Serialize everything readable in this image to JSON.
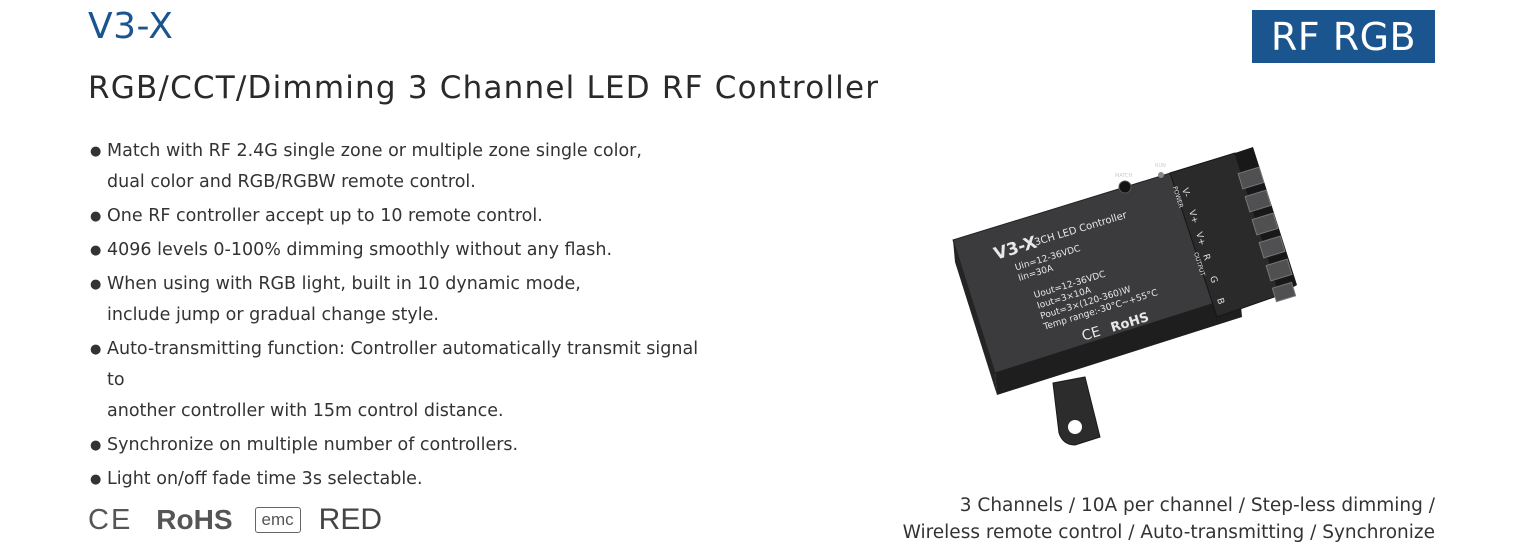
{
  "header": {
    "model": "V3-X",
    "badge": "RF RGB",
    "subtitle": "RGB/CCT/Dimming 3 Channel LED RF Controller"
  },
  "features": [
    {
      "lines": [
        "Match with RF 2.4G single zone or multiple zone single color,",
        "dual color and RGB/RGBW remote control."
      ]
    },
    {
      "lines": [
        "One RF controller accept up to 10 remote control."
      ]
    },
    {
      "lines": [
        "4096 levels 0-100% dimming smoothly without any flash."
      ]
    },
    {
      "lines": [
        "When using with RGB light, built in 10 dynamic mode,",
        "include jump or gradual change style."
      ]
    },
    {
      "lines": [
        "Auto-transmitting function: Controller automatically transmit signal to",
        "another controller with 15m control distance."
      ]
    },
    {
      "lines": [
        "Synchronize on multiple number of controllers."
      ]
    },
    {
      "lines": [
        "Light on/off fade time 3s selectable."
      ]
    }
  ],
  "bullet": "●",
  "certifications": {
    "ce": "CE",
    "rohs": "RoHS",
    "emc": "emc",
    "red": "RED"
  },
  "specs": {
    "line1": "3 Channels / 10A per channel / Step-less dimming /",
    "line2": "Wireless remote control / Auto-transmitting / Synchronize"
  },
  "device": {
    "model": "V3-X",
    "name": "3CH LED Controller",
    "uin": "Uin=12-36VDC",
    "iin": "Iin=30A",
    "uout": "Uout=12-36VDC",
    "iout": "Iout=3×10A",
    "pout": "Pout=3×(120-360)W",
    "temp": "Temp range:-30°C~+55°C",
    "ce": "CE",
    "rohs": "RoHS",
    "match": "MATCH",
    "run": "RUN",
    "power": "POWER",
    "output": "OUTPUT",
    "terminals": [
      "V-",
      "V+",
      "V+",
      "R",
      "G",
      "B"
    ]
  }
}
